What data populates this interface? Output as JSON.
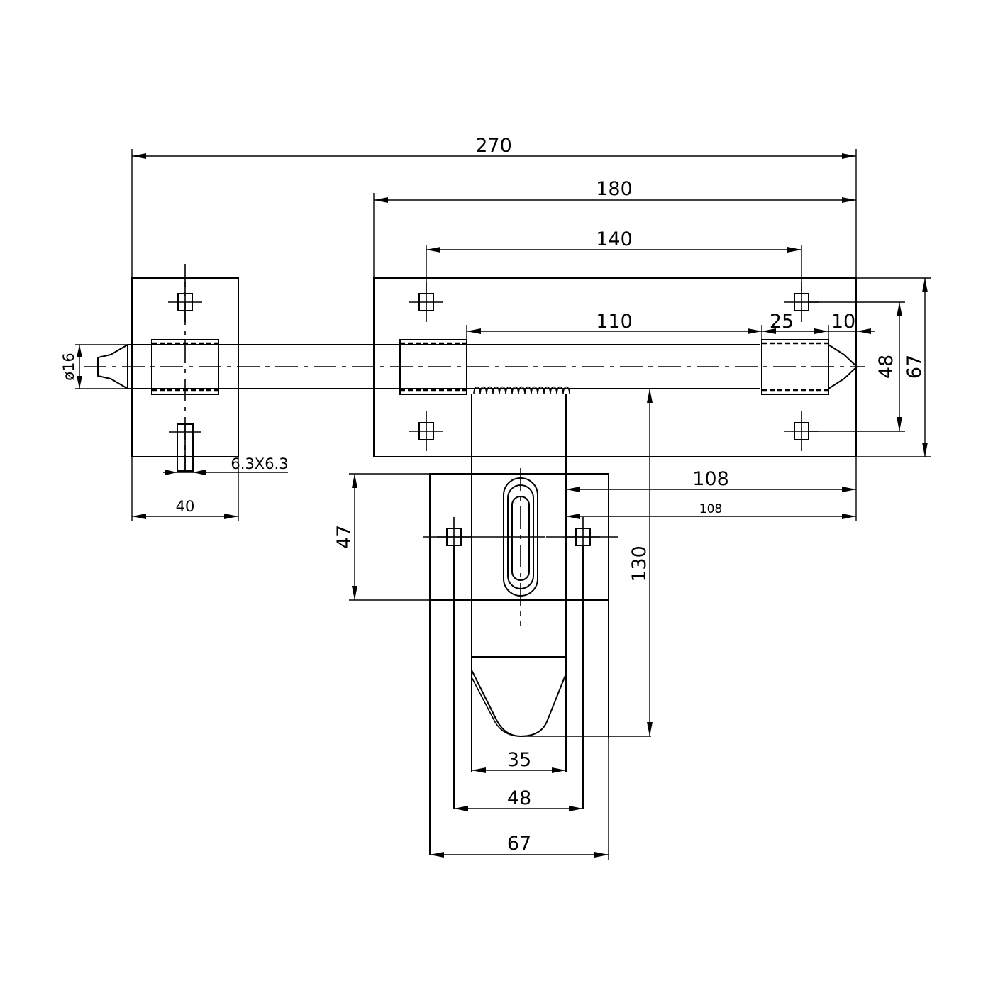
{
  "dimensions": {
    "overall_length": "270",
    "main_plate_length": "180",
    "main_hole_spacing": "140",
    "spring_length": "110",
    "bolt_sleeve": "25",
    "bolt_tip": "10",
    "main_hole_vertical_spacing": "48",
    "main_plate_height": "67",
    "bolt_diameter": "ø16",
    "square_hole_size": "6.3X6.3",
    "keeper_width": "40",
    "receiver_offset_top": "108",
    "receiver_offset_bottom": "108",
    "receiver_plate_height": "47",
    "handle_drop": "130",
    "handle_width": "35",
    "receiver_hole_spacing": "48",
    "receiver_plate_width": "67"
  }
}
